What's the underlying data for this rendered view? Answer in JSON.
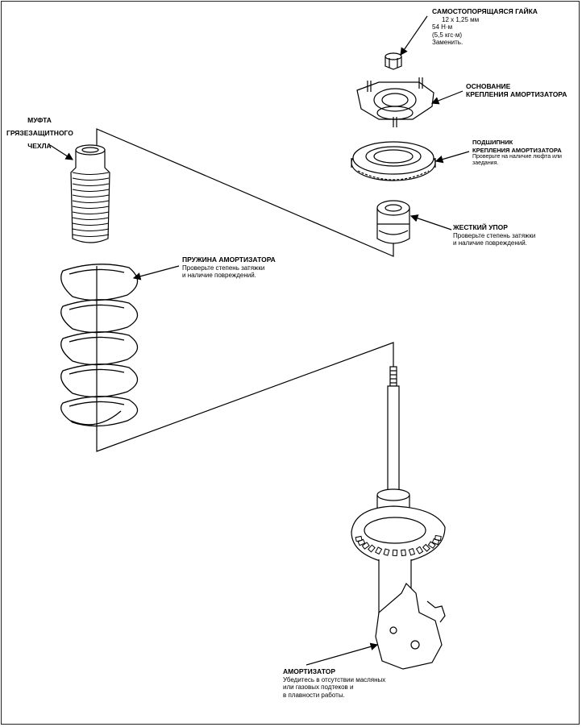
{
  "labels": {
    "nut": {
      "title": "САМОСТОПОРЯЩАЯСЯ ГАЙКА",
      "lines": [
        "12 x 1,25 мм",
        "54 Н·м",
        "(5,5 кгс·м)",
        "Заменить."
      ]
    },
    "mount_base": {
      "title_line1": "ОСНОВАНИЕ",
      "title_line2": "КРЕПЛЕНИЯ АМОРТИЗАТОРА"
    },
    "bearing": {
      "title_line1": "ПОДШИПНИК",
      "title_line2": "КРЕПЛЕНИЯ АМОРТИЗАТОРА",
      "lines": [
        "Проверьте на наличие люфта или",
        "заедания."
      ]
    },
    "bump_stop": {
      "title": "ЖЕСТКИЙ УПОР",
      "lines": [
        "Проверьте степень затяжки",
        "и наличие повреждений."
      ]
    },
    "boot": {
      "title_line1": "МУФТА",
      "title_line2": "ГРЯЗЕЗАЩИТНОГО",
      "title_line3": "ЧЕХЛА"
    },
    "spring": {
      "title": "ПРУЖИНА АМОРТИЗАТОРА",
      "lines": [
        "Проверьте степень затяжки",
        "и наличие повреждений."
      ]
    },
    "shock": {
      "title": "АМОРТИЗАТОР",
      "lines": [
        "Убедитесь в отсутствии масляных",
        "или газовых подтеков и",
        "в плавности работы."
      ]
    }
  }
}
